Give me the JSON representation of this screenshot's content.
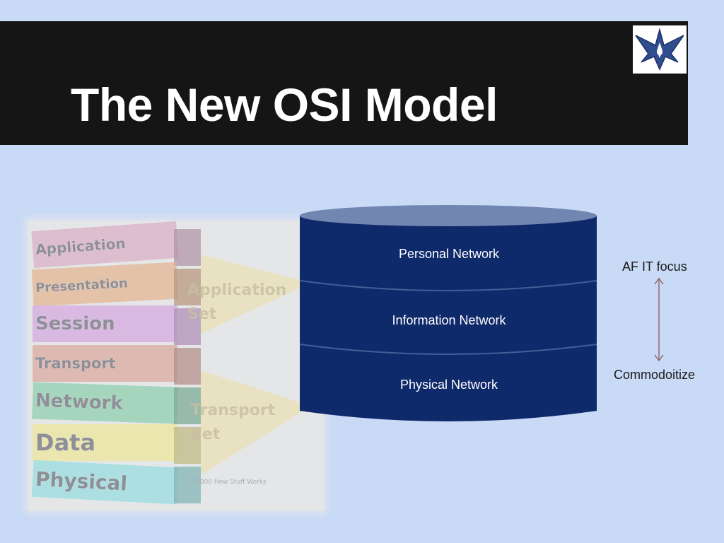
{
  "slide": {
    "title": "The New OSI Model"
  },
  "logo": {
    "icon": "air-force-wings-icon"
  },
  "osi_image": {
    "layers": [
      {
        "label": "Application",
        "color": "#d58fb1"
      },
      {
        "label": "Presentation",
        "color": "#e2975e"
      },
      {
        "label": "Session",
        "color": "#cc86d6"
      },
      {
        "label": "Transport",
        "color": "#d58572"
      },
      {
        "label": "Network",
        "color": "#5ec18a"
      },
      {
        "label": "Data",
        "color": "#f0e36a"
      },
      {
        "label": "Physical",
        "color": "#6ad6d6"
      }
    ],
    "application_set": [
      "Application",
      "Set"
    ],
    "transport_set": [
      "Transport",
      "Set"
    ],
    "copyright": "©2000 How Stuff Works"
  },
  "cylinder": {
    "colors": {
      "body": "#0f2a6b",
      "top": "#7286b2",
      "edge": "#5d73a8"
    },
    "segments": [
      {
        "label": "Personal Network"
      },
      {
        "label": "Information Network"
      },
      {
        "label": "Physical Network"
      }
    ]
  },
  "focus_scale": {
    "top_label": "AF IT focus",
    "bottom_label": "Commodoitize",
    "arrow_color": "#8a5a5a"
  }
}
